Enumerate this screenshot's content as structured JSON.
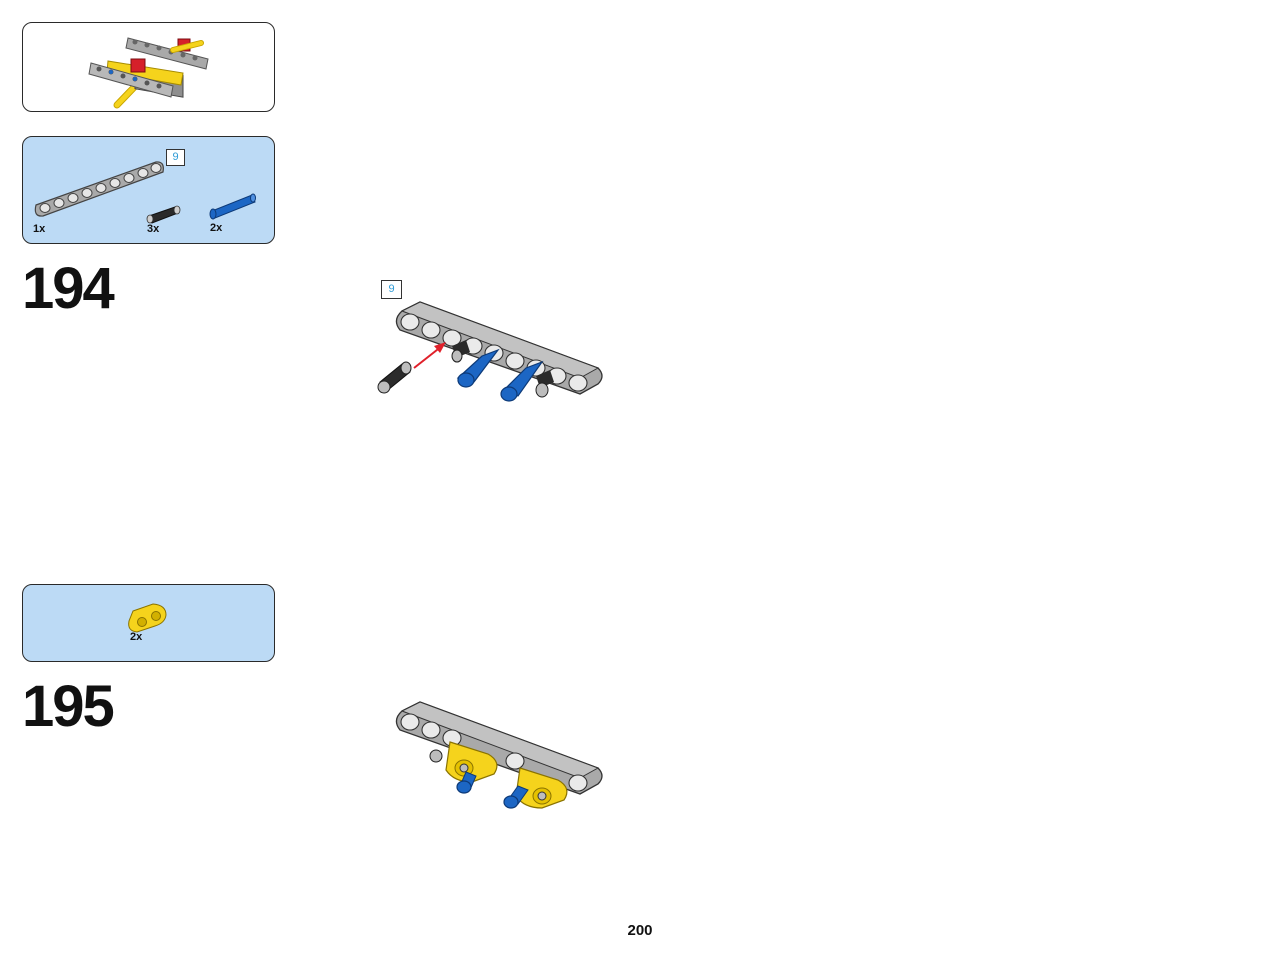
{
  "page": {
    "number": "200"
  },
  "steps": [
    {
      "number": "194",
      "parts": [
        {
          "qty": "1x",
          "part": "beam-9"
        },
        {
          "qty": "3x",
          "part": "friction-pin"
        },
        {
          "qty": "2x",
          "part": "axle-pin"
        }
      ],
      "parts_tag": "9",
      "build_tag": "9"
    },
    {
      "number": "195",
      "parts": [
        {
          "qty": "2x",
          "part": "beam-2-yellow"
        }
      ]
    }
  ],
  "colors": {
    "parts_panel": "#bcdaf5",
    "beam_gray": "#a9a9a9",
    "blue": "#1c66c4",
    "yellow": "#f5d31c",
    "red": "#d6202a",
    "tag_text": "#2f9bd6"
  }
}
